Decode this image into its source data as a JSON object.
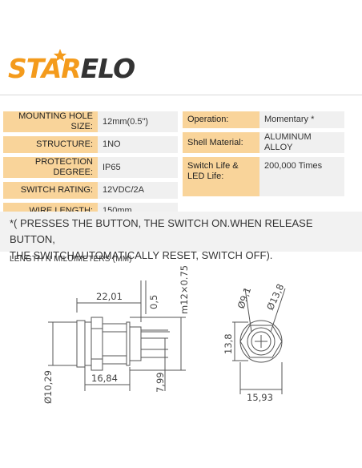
{
  "brand": {
    "part1": "STAR",
    "part2": "ELO",
    "accent_color": "#f49b1c"
  },
  "specs_left": [
    {
      "label": "MOUNTING HOLE SIZE:",
      "value": "12mm(0.5\")"
    },
    {
      "label": "STRUCTURE:",
      "value": "1NO"
    },
    {
      "label": "PROTECTION DEGREE:",
      "value": "IP65"
    },
    {
      "label": "SWITCH RATING:",
      "value": "12VDC/2A"
    },
    {
      "label": "WIRE LENGTH:",
      "value": "150mm"
    }
  ],
  "specs_right": [
    {
      "label": "Operation:",
      "value": "Momentary *"
    },
    {
      "label": "Shell Material:",
      "value": "ALUMINUM ALLOY"
    },
    {
      "label": "Switch Life &",
      "label2": "LED Life:",
      "value": "200,000 Times"
    }
  ],
  "note": {
    "line1": "*( PRESSES THE BUTTON, THE SWITCH ON.WHEN RELEASE BUTTON,",
    "line2": "THE SWITCHAUTOMATICALLY RESET, SWITCH OFF)."
  },
  "dimensions_title": "LENGTH N MILUIMETERS (MM)",
  "dimensions": {
    "d_22_01": "22,01",
    "d_0_5": "0,5",
    "d_m12": "m12×0.75",
    "d_16_84": "16,84",
    "d_7_99": "7,99",
    "d_10_29": "Ø10,29",
    "d_9_1": "Ø9,1",
    "d_13_8_dia": "Ø13,8",
    "d_13_8": "13,8",
    "d_15_93": "15,93"
  }
}
